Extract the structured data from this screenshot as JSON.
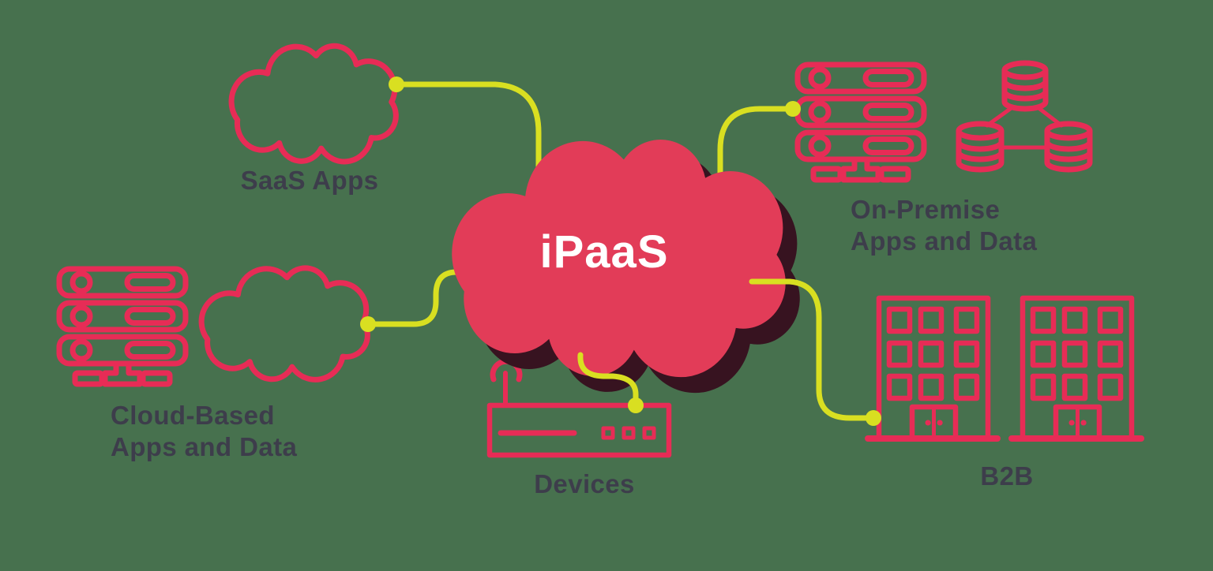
{
  "colors": {
    "background": "#47714E",
    "accent-red": "#E72C56",
    "cloud-fill": "#E23C58",
    "cloud-shadow": "#371320",
    "connector-yellow": "#D9DF21",
    "label-text": "#3D3D4B",
    "title-text": "#FFFFFF"
  },
  "diagram": {
    "center": {
      "label": "iPaaS",
      "icon": "cloud-solid-icon"
    },
    "nodes": {
      "saas": {
        "label": "SaaS Apps",
        "icon": "cloud-outline-icon"
      },
      "cloud_based": {
        "label_line1": "Cloud-Based",
        "label_line2": "Apps and Data",
        "icons": [
          "server-stack-icon",
          "cloud-outline-icon"
        ]
      },
      "devices": {
        "label": "Devices",
        "icon": "router-icon"
      },
      "on_premise": {
        "label_line1": "On-Premise",
        "label_line2": "Apps and Data",
        "icons": [
          "server-stack-icon",
          "database-cluster-icon"
        ]
      },
      "b2b": {
        "label": "B2B",
        "icon": "office-buildings-icon"
      }
    }
  }
}
